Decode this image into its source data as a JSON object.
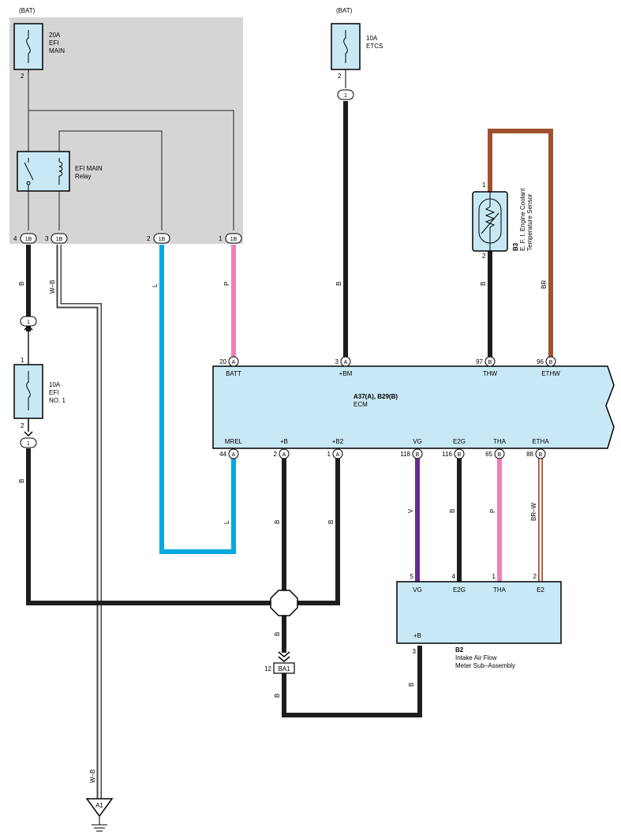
{
  "colors": {
    "relay_box_bg": "#d5d5d5",
    "component_fill": "#c8e8f6",
    "wire_black": "#1e1e1e",
    "wire_blue": "#00a9e0",
    "wire_pink": "#ef7fb8",
    "wire_brown": "#a0522d",
    "wire_violet": "#6a2c91",
    "wire_white_black": "#444444"
  },
  "labels": {
    "bat_left": "(BAT)",
    "bat_right": "(BAT)",
    "fuse_efi_main_1": "20A",
    "fuse_efi_main_2": "EFI",
    "fuse_efi_main_3": "MAIN",
    "fuse_efi_main_pin": "2",
    "fuse_etcs_1": "10A",
    "fuse_etcs_2": "ETCS",
    "fuse_etcs_pin": "2",
    "relay_1": "EFI MAIN",
    "relay_2": "Relay",
    "fuse_efi1_1": "10A",
    "fuse_efi1_2": "EFI",
    "fuse_efi1_3": "NO. 1",
    "fuse_efi1_pin_top": "1",
    "fuse_efi1_pin_bot": "2",
    "conn_1b": "1B",
    "conn_1b_pin4": "4",
    "conn_1b_pin3": "3",
    "conn_1b_pin2": "2",
    "conn_1b_pin1": "1",
    "circle_1": "1",
    "ecm_title": "A37(A), B29(B)",
    "ecm_name": "ECM",
    "ecm_a": "A",
    "ecm_b": "B",
    "ecm_pin_batt_num": "20",
    "ecm_pin_batt": "BATT",
    "ecm_pin_bm_num": "3",
    "ecm_pin_bm": "+BM",
    "ecm_pin_thw_num": "97",
    "ecm_pin_thw": "THW",
    "ecm_pin_ethw_num": "96",
    "ecm_pin_ethw": "ETHW",
    "ecm_pin_mrel_num": "44",
    "ecm_pin_mrel": "MREL",
    "ecm_pin_b_num": "2",
    "ecm_pin_b": "+B",
    "ecm_pin_b2_num": "1",
    "ecm_pin_b2": "+B2",
    "ecm_pin_vg_num": "118",
    "ecm_pin_vg": "VG",
    "ecm_pin_e2g_num": "116",
    "ecm_pin_e2g": "E2G",
    "ecm_pin_tha_num": "65",
    "ecm_pin_tha": "THA",
    "ecm_pin_etha_num": "88",
    "ecm_pin_etha": "ETHA",
    "sensor_code": "B3",
    "sensor_name_1": "E. F. I. Engine Coolant",
    "sensor_name_2": "Temperature Sensor",
    "sensor_pin1": "1",
    "sensor_pin2": "2",
    "maf_code": "B2",
    "maf_name_1": "Intake Air Flow",
    "maf_name_2": "Meter Sub–Assembly",
    "maf_pin_vg": "VG",
    "maf_pin_e2g": "E2G",
    "maf_pin_tha": "THA",
    "maf_pin_e2": "E2",
    "maf_pin_b": "+B",
    "maf_num_vg": "5",
    "maf_num_e2g": "4",
    "maf_num_tha": "1",
    "maf_num_e2": "2",
    "maf_num_b": "3",
    "ba1": "BA1",
    "ba1_num": "12",
    "ground": "A1",
    "wire_b": "B",
    "wire_wb": "W–B",
    "wire_l": "L",
    "wire_p": "P",
    "wire_br": "BR",
    "wire_v": "V",
    "wire_brw": "BR–W"
  }
}
